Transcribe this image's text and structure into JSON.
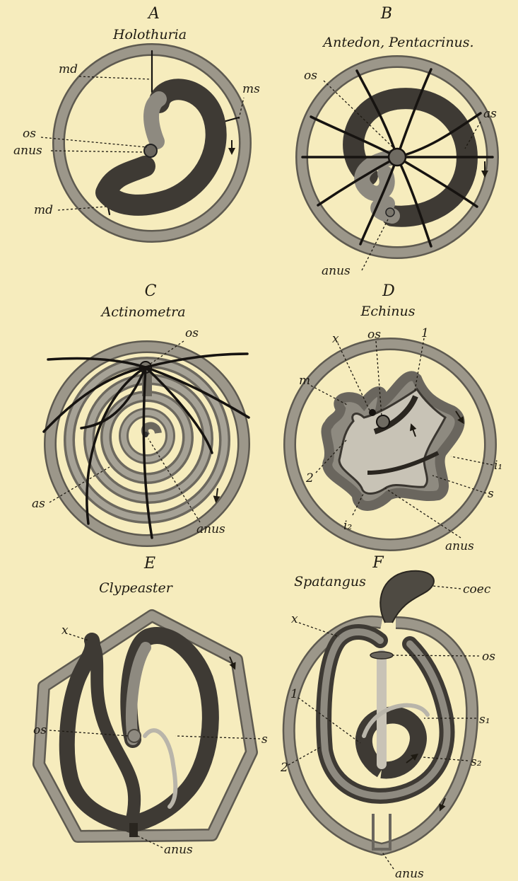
{
  "panels": {
    "A": {
      "letter": "A",
      "name": "Holothuria",
      "labels": {
        "md_top": "md",
        "ms": "ms",
        "os": "os",
        "anus": "anus",
        "md_bottom": "md"
      }
    },
    "B": {
      "letter": "B",
      "name": "Antedon, Pentacrinus.",
      "labels": {
        "os": "os",
        "as": "as",
        "anus": "anus"
      }
    },
    "C": {
      "letter": "C",
      "name": "Actinometra",
      "labels": {
        "os": "os",
        "as": "as",
        "anus": "anus"
      }
    },
    "D": {
      "letter": "D",
      "name": "Echinus",
      "labels": {
        "x": "x",
        "os": "os",
        "one": "1",
        "m": "m",
        "i1": "i₁",
        "two": "2",
        "s": "s",
        "i2": "i₂",
        "anus": "anus"
      }
    },
    "E": {
      "letter": "E",
      "name": "Clypeaster",
      "labels": {
        "x": "x",
        "os": "os",
        "s": "s",
        "anus": "anus"
      }
    },
    "F": {
      "letter": "F",
      "name": "Spatangus",
      "labels": {
        "coec": "coec",
        "x": "x",
        "os": "os",
        "one": "1",
        "s1": "s₁",
        "two": "2",
        "s2": "s₂",
        "anus": "anus"
      }
    }
  }
}
